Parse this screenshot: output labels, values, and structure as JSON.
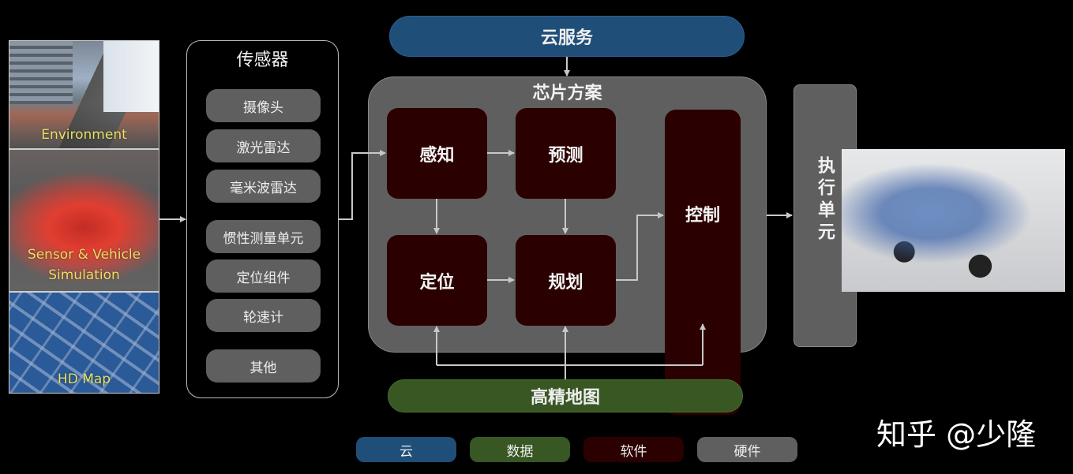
{
  "simulation": {
    "panels": [
      {
        "label": "Environment"
      },
      {
        "label_line1": "Sensor & Vehicle",
        "label_line2": "Simulation"
      },
      {
        "label": "HD Map"
      }
    ]
  },
  "sensors": {
    "title": "传感器",
    "items": [
      "摄像头",
      "激光雷达",
      "毫米波雷达",
      "惯性测量单元",
      "定位组件",
      "轮速计",
      "其他"
    ]
  },
  "cloud": {
    "label": "云服务"
  },
  "chip": {
    "title": "芯片方案",
    "modules": {
      "perception": "感知",
      "prediction": "预测",
      "localization": "定位",
      "planning": "规划",
      "control": "控制"
    }
  },
  "execution_unit": {
    "label": "执行单元"
  },
  "hd_map": {
    "label": "高精地图"
  },
  "legend": [
    {
      "label": "云",
      "color": "#1f4e79"
    },
    {
      "label": "数据",
      "color": "#385723"
    },
    {
      "label": "软件",
      "color": "#2b0000"
    },
    {
      "label": "硬件",
      "color": "#5f5f5f"
    }
  ],
  "watermark": "知乎 @少隆",
  "colors": {
    "cloud": "#1f4e79",
    "data": "#385723",
    "software": "#2b0000",
    "hardware": "#5f5f5f",
    "arrow": "#c8c8c8",
    "background": "#000000"
  }
}
